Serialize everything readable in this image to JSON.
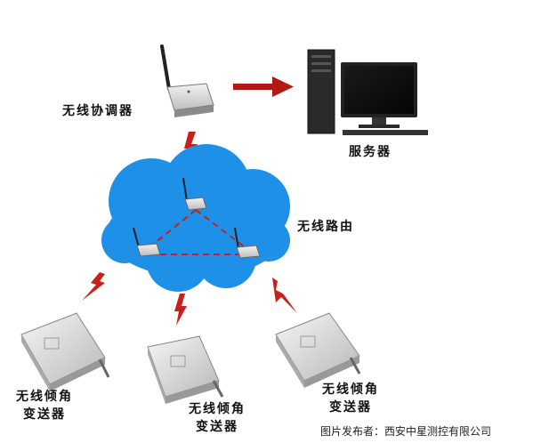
{
  "labels": {
    "coordinator": "无线协调器",
    "server": "服务器",
    "router": "无线路由",
    "transmitter_line1": "无线倾角",
    "transmitter_line2": "变送器"
  },
  "credit": "图片发布者：西安中星测控有限公司",
  "colors": {
    "cloud": "#1e90e8",
    "arrow": "#b01a10",
    "dashed_link": "#c02020",
    "lightning": "#c8201a"
  }
}
